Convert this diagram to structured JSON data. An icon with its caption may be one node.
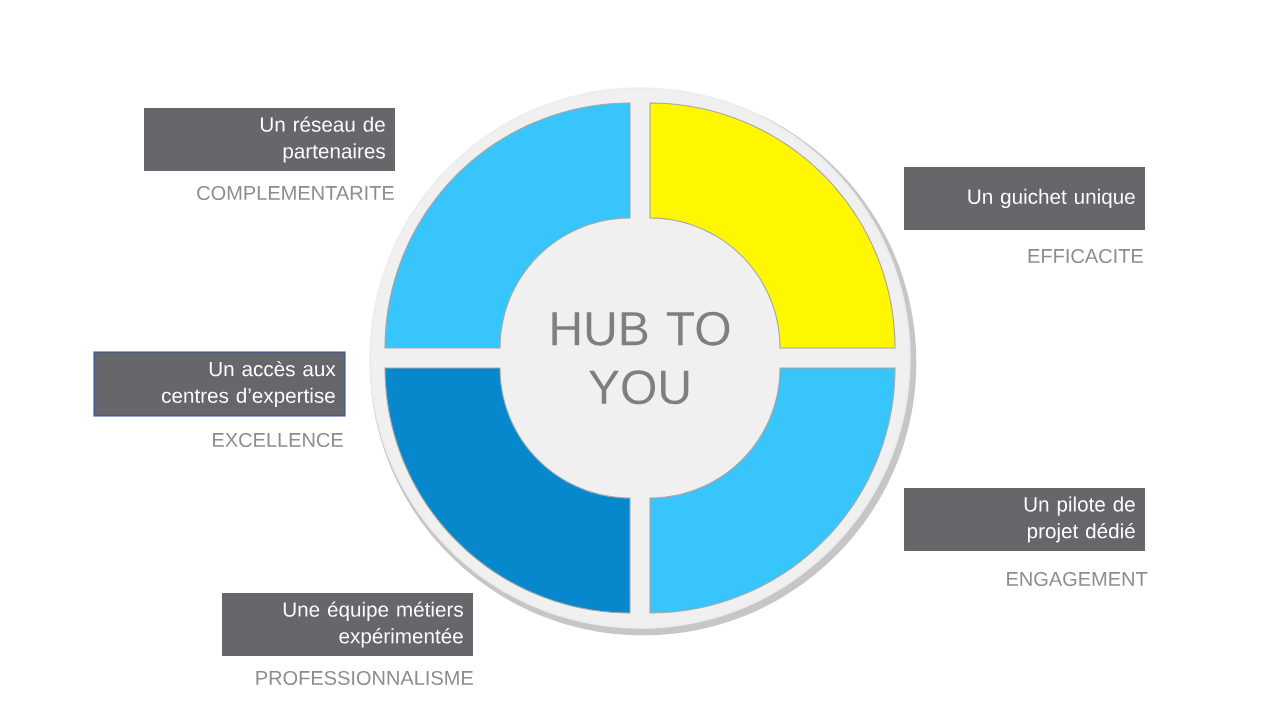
{
  "diagram": {
    "nodes": [
      {
        "text": [
          "HUB TO YOU"
        ]
      },
      {
        "text": [],
        "shape": "arc",
        "in": 0
      },
      {
        "text": [],
        "shape": "arc",
        "in": 0
      },
      {
        "text": [],
        "shape": "arc",
        "in": 0
      },
      {
        "text": [],
        "shape": "arc",
        "in": 0
      },
      {
        "text": [
          "Un réseau de partenaires"
        ]
      },
      {
        "text": [
          "Un guichet unique"
        ],
        "beside": [
          "EFFICACITE"
        ]
      },
      {
        "text": [
          "Un accès aux centres d’expertise"
        ],
        "beside": [
          "EXCELLENCE"
        ]
      },
      {
        "text": [
          "Un pilote de projet dédié"
        ],
        "beside": [
          "ENGAGEMENT"
        ]
      },
      {
        "text": [
          "Une équipe métiers expérimentée"
        ],
        "beside": [
          "PROFESSIONNALISME"
        ]
      }
    ],
    "labels": [
      "COMPLEMENTARITE"
    ]
  }
}
